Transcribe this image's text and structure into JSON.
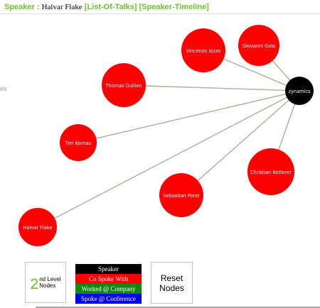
{
  "header": {
    "speaker_label": "Speaker :",
    "speaker_name": "Halvar Flake",
    "links": [
      {
        "label": "[List-Of-Talks]"
      },
      {
        "label": "[Speaker-Timeline]"
      }
    ]
  },
  "left_clipped_text": "es",
  "graph": {
    "hub": {
      "label": "zynamics",
      "color": "#000000"
    },
    "nodes": [
      {
        "label": "Vincenzo Iozzo",
        "color": "#ff0000"
      },
      {
        "label": "Giovanni Gola",
        "color": "#ff0000"
      },
      {
        "label": "Thomas Dullien",
        "color": "#ff0000"
      },
      {
        "label": "Tim Kornau",
        "color": "#ff0000"
      },
      {
        "label": "Christian Ketterer",
        "color": "#ff0000"
      },
      {
        "label": "Sebastian Porst",
        "color": "#ff0000"
      },
      {
        "label": "Halvar Flake",
        "color": "#ff0000"
      }
    ],
    "edge_color": "#b3ab9c"
  },
  "controls": {
    "second_level": {
      "number": "2",
      "text_line1": "nd Level",
      "text_line2": "Nodes"
    },
    "reset": {
      "label": "Reset\nNodes"
    }
  },
  "legend": [
    {
      "label": "Speaker",
      "color": "#000000"
    },
    {
      "label": "Co Spoke With",
      "color": "#ff0000"
    },
    {
      "label": "Worked @ Company",
      "color": "#118811"
    },
    {
      "label": "Spoke @ Conference",
      "color": "#0000ee"
    }
  ],
  "colors": {
    "accent_green": "#6fc12a"
  }
}
